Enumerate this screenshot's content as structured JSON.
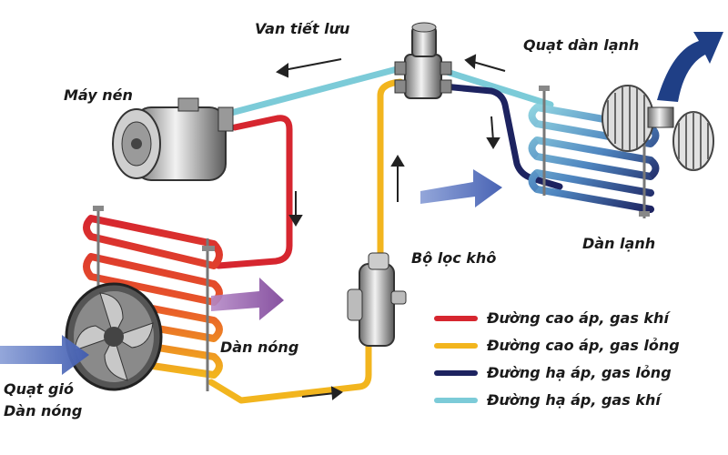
{
  "labels": {
    "expansion_valve": "Van tiết lưu",
    "compressor": "Máy nén",
    "evaporator_fan": "Quạt dàn lạnh",
    "evaporator": "Dàn lạnh",
    "receiver_drier": "Bộ lọc khô",
    "condenser": "Dàn nóng",
    "condenser_fan_line1": "Quạt gió",
    "condenser_fan_line2": "Dàn nóng"
  },
  "legend": [
    {
      "label": "Đường cao áp, gas khí",
      "color": "#d6262f"
    },
    {
      "label": "Đường cao áp, gas lỏng",
      "color": "#f2b51e"
    },
    {
      "label": "Đường hạ áp, gas lỏng",
      "color": "#1d2360"
    },
    {
      "label": "Đường hạ áp, gas khí",
      "color": "#7ccbd8"
    }
  ]
}
